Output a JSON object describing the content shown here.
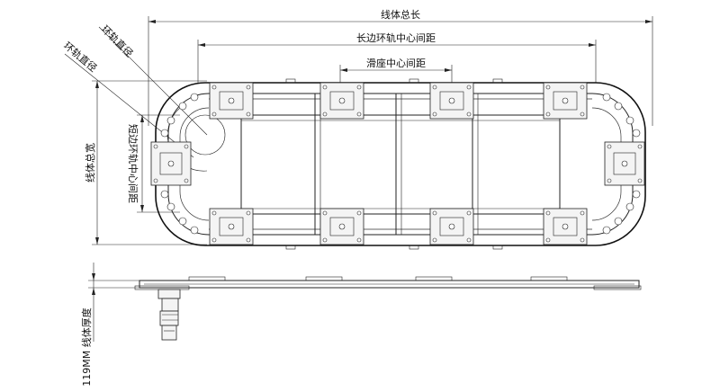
{
  "labels": {
    "total_length": "线体总长",
    "long_side_center": "长边环轨中心间距",
    "slider_center": "滑座中心间距",
    "total_width": "线体总宽",
    "short_side_center": "短边环轨中心间距",
    "ring_diameter_1": "环轨直径",
    "ring_diameter_2": "环轨直径",
    "thickness": "119MM 线体厚度"
  }
}
